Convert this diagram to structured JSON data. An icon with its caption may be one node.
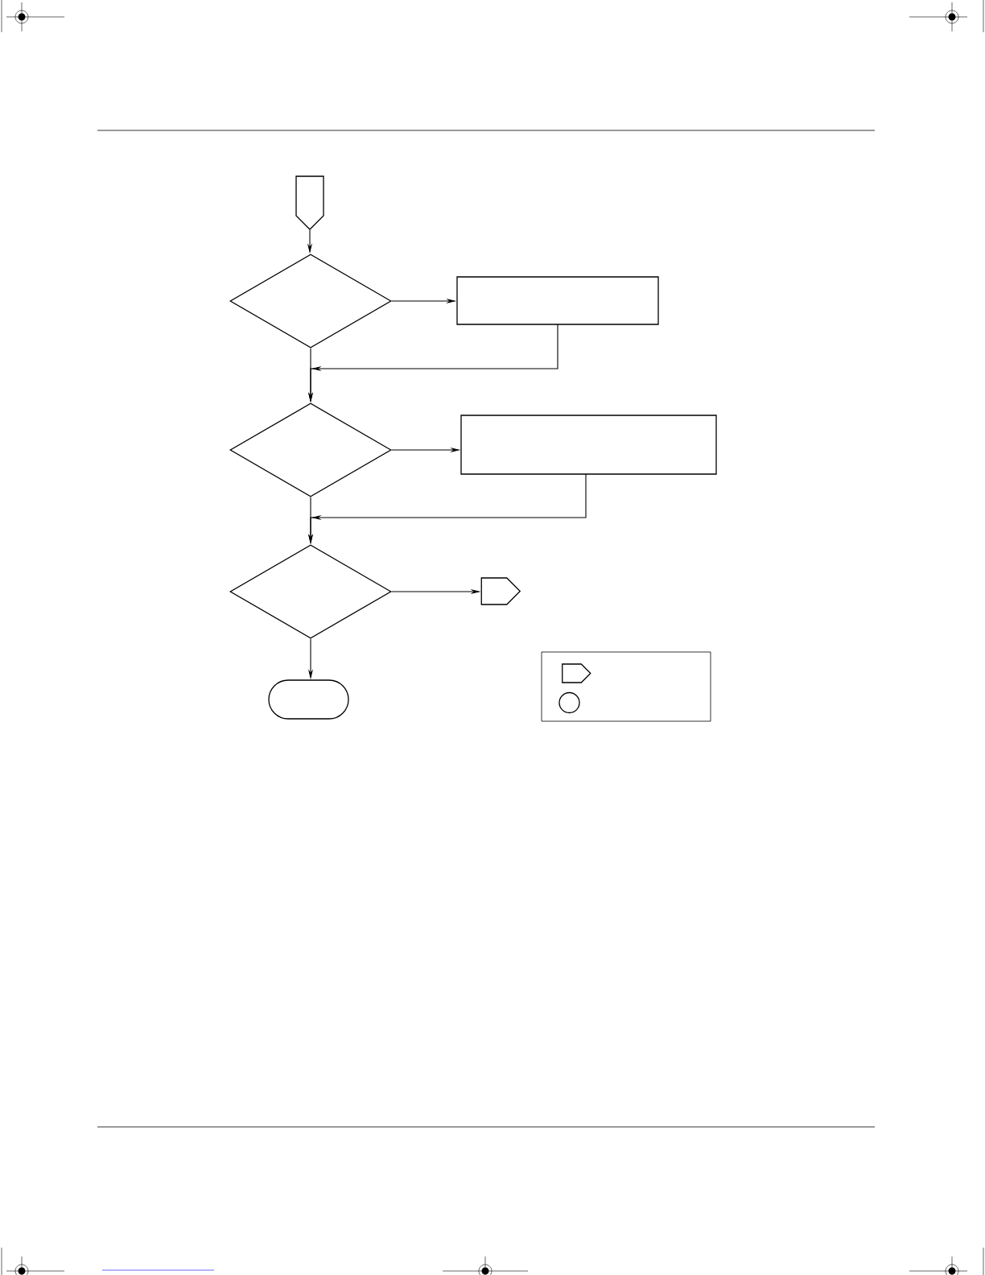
{
  "diagram": {
    "nodes": [
      {
        "text": [],
        "shape": "pentagon"
      },
      {
        "text": [],
        "shape": "diamond"
      },
      {
        "text": [],
        "shape": "box"
      },
      {
        "text": [],
        "shape": "diamond"
      },
      {
        "text": [],
        "shape": "box"
      },
      {
        "text": [],
        "shape": "diamond"
      },
      {
        "text": [],
        "shape": "pentagon"
      },
      {
        "text": [],
        "shape": "terminator"
      },
      {
        "text": [],
        "shape": "box"
      },
      {
        "text": [],
        "shape": "pentagon",
        "in": 8
      },
      {
        "text": [],
        "shape": "circle",
        "in": 8
      }
    ],
    "edges": [
      {
        "from": 0,
        "to": 1,
        "arrow": "to"
      },
      {
        "from": 1,
        "to": 2,
        "arrow": "to"
      },
      {
        "from": 2,
        "to": 3,
        "arrow": "to"
      },
      {
        "from": 1,
        "to": 3,
        "arrow": "to"
      },
      {
        "from": 3,
        "to": 4,
        "arrow": "to"
      },
      {
        "from": 4,
        "to": 5,
        "arrow": "to"
      },
      {
        "from": 3,
        "to": 5,
        "arrow": "to"
      },
      {
        "from": 5,
        "to": 6,
        "arrow": "to"
      },
      {
        "from": 5,
        "to": 7,
        "arrow": "to"
      }
    ]
  }
}
